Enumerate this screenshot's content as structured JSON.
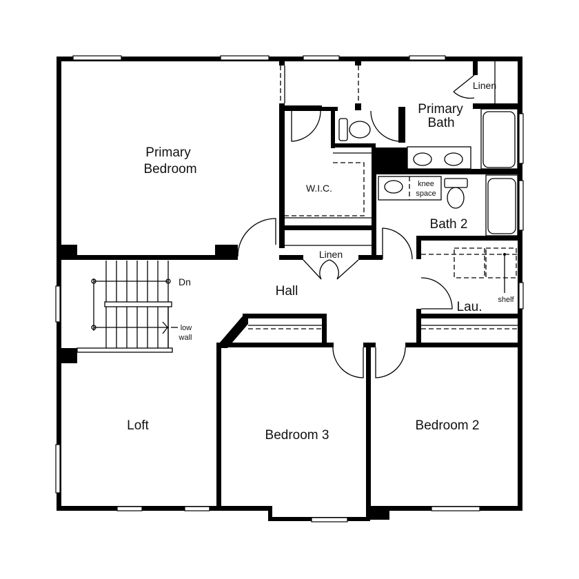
{
  "plan": {
    "rooms": {
      "primary_bedroom_line1": "Primary",
      "primary_bedroom_line2": "Bedroom",
      "primary_bath_line1": "Primary",
      "primary_bath_line2": "Bath",
      "linen_primary_bath": "Linen",
      "wic": "W.I.C.",
      "knee_space_line1": "knee",
      "knee_space_line2": "space",
      "bath2": "Bath 2",
      "linen_hall": "Linen",
      "hall": "Hall",
      "laundry": "Lau.",
      "shelf": "shelf",
      "stairs_down": "Dn",
      "low_wall_line1": "low",
      "low_wall_line2": "wall",
      "loft": "Loft",
      "bedroom3": "Bedroom 3",
      "bedroom2": "Bedroom 2"
    },
    "colors": {
      "wall": "#000000",
      "background": "#ffffff"
    }
  }
}
